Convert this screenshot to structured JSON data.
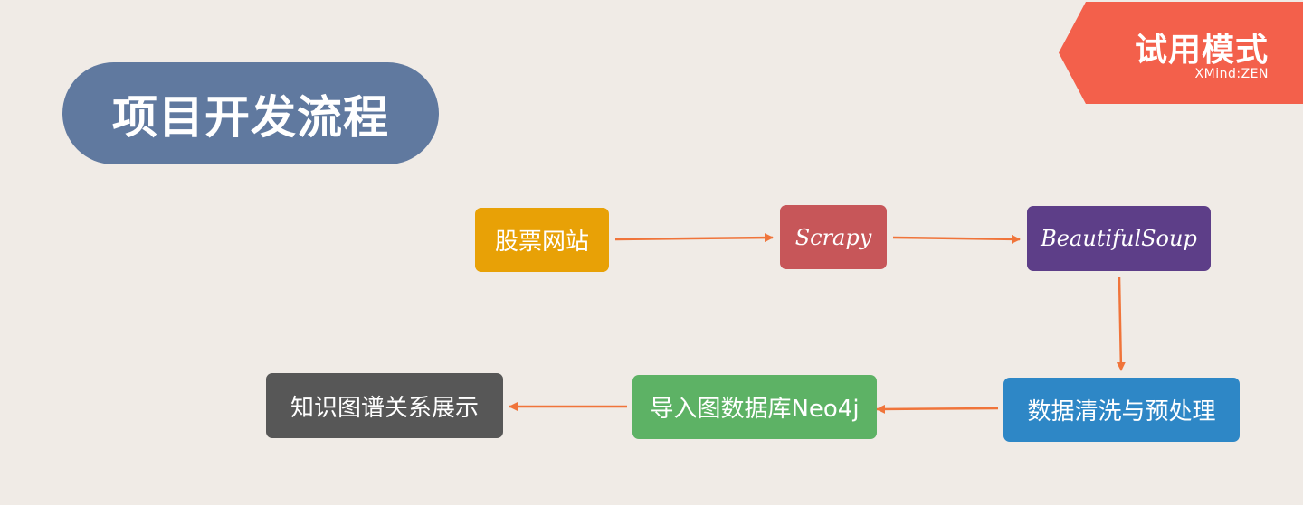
{
  "title": "项目开发流程",
  "trial": {
    "label": "试用模式",
    "brand": "XMind:ZEN"
  },
  "nodes": [
    {
      "id": "n1",
      "label": "股票网站",
      "color": "#e8a106"
    },
    {
      "id": "n2",
      "label": "Scrapy",
      "color": "#c75659"
    },
    {
      "id": "n3",
      "label": "BeautifulSoup",
      "color": "#5d3e88"
    },
    {
      "id": "n4",
      "label": "数据清洗与预处理",
      "color": "#2e87c6"
    },
    {
      "id": "n5",
      "label": "导入图数据库Neo4j",
      "color": "#5db265"
    },
    {
      "id": "n6",
      "label": "知识图谱关系展示",
      "color": "#575757"
    }
  ],
  "edges": [
    {
      "from": "n1",
      "to": "n2"
    },
    {
      "from": "n2",
      "to": "n3"
    },
    {
      "from": "n3",
      "to": "n4"
    },
    {
      "from": "n4",
      "to": "n5"
    },
    {
      "from": "n5",
      "to": "n6"
    }
  ],
  "colors": {
    "background": "#f0ebe6",
    "title_pill": "#60799f",
    "trial_badge": "#f3604b",
    "arrow": "#f0743a"
  }
}
